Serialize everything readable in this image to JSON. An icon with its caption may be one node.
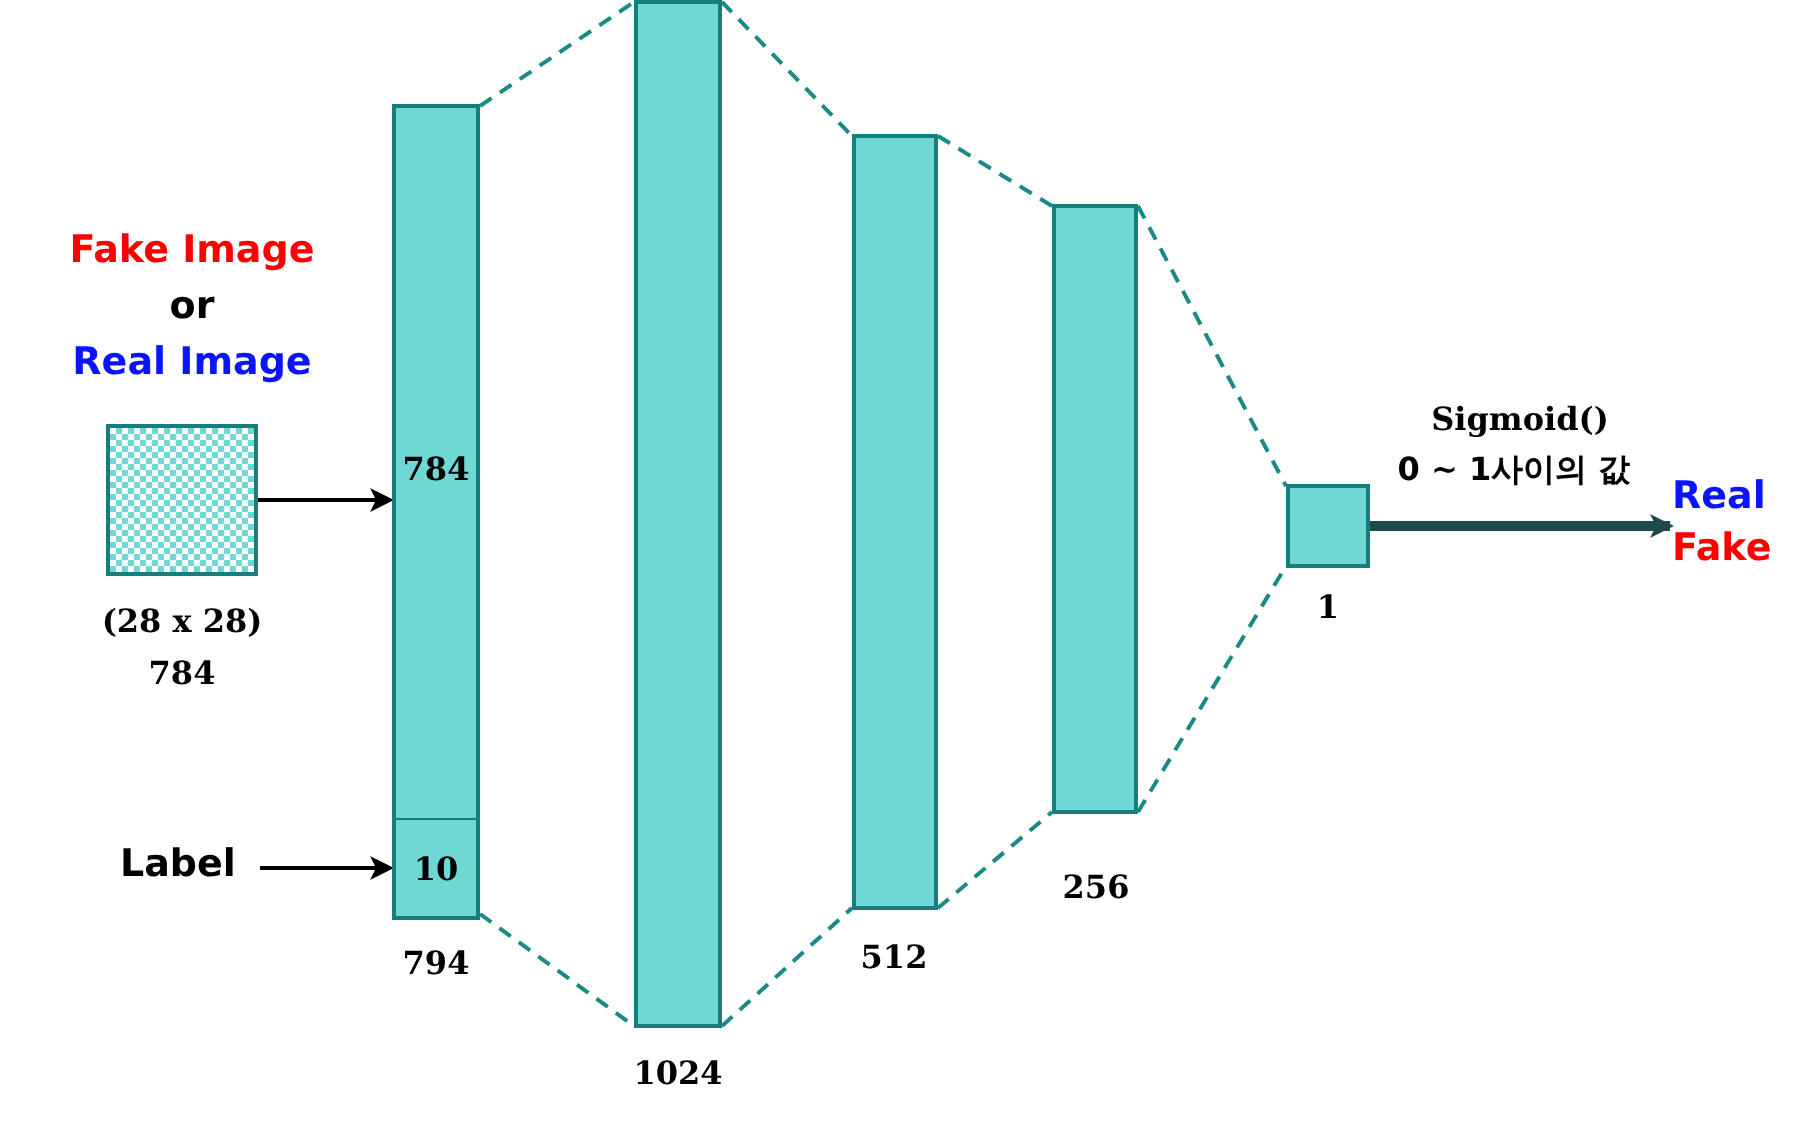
{
  "diagram": {
    "nodes": [
      {
        "text": [],
        "shape": "box",
        "beside": [
          "Fake Image",
          "or",
          "Real Image",
          "(28 x 28)",
          "784"
        ]
      },
      {
        "text": [
          "Label"
        ]
      },
      {
        "text": [
          "784"
        ],
        "beside": [
          "794"
        ]
      },
      {
        "text": [
          "10"
        ],
        "in": 2
      },
      {
        "text": [],
        "shape": "bar",
        "beside": [
          "1024"
        ]
      },
      {
        "text": [],
        "shape": "bar",
        "beside": [
          "512"
        ]
      },
      {
        "text": [],
        "shape": "bar",
        "beside": [
          "256"
        ]
      },
      {
        "text": [],
        "shape": "box",
        "beside": [
          "1"
        ]
      },
      {
        "text": [
          "Real",
          "Fake"
        ]
      }
    ],
    "edges": [
      {
        "from": 0,
        "to": 2,
        "arrow": "to",
        "color": "#000000"
      },
      {
        "from": 1,
        "to": 3,
        "arrow": "to",
        "color": "#000000"
      },
      {
        "from": 2,
        "to": 4,
        "arrow": "none",
        "style": "dashed",
        "color": "#1a8a84"
      },
      {
        "from": 2,
        "to": 4,
        "arrow": "none",
        "style": "dashed",
        "color": "#1a8a84"
      },
      {
        "from": 4,
        "to": 5,
        "arrow": "none",
        "style": "dashed",
        "color": "#1a8a84"
      },
      {
        "from": 4,
        "to": 5,
        "arrow": "none",
        "style": "dashed",
        "color": "#1a8a84"
      },
      {
        "from": 5,
        "to": 6,
        "arrow": "none",
        "style": "dashed",
        "color": "#1a8a84"
      },
      {
        "from": 5,
        "to": 6,
        "arrow": "none",
        "style": "dashed",
        "color": "#1a8a84"
      },
      {
        "from": 6,
        "to": 7,
        "arrow": "none",
        "style": "dashed",
        "color": "#1a8a84"
      },
      {
        "from": 6,
        "to": 7,
        "arrow": "none",
        "style": "dashed",
        "color": "#1a8a84"
      },
      {
        "from": 7,
        "to": 8,
        "arrow": "to",
        "label": "Sigmoid()",
        "style": "thick",
        "color": "#1f4a4c"
      }
    ],
    "labels": [
      "0 ~ 1사이의 값"
    ]
  }
}
